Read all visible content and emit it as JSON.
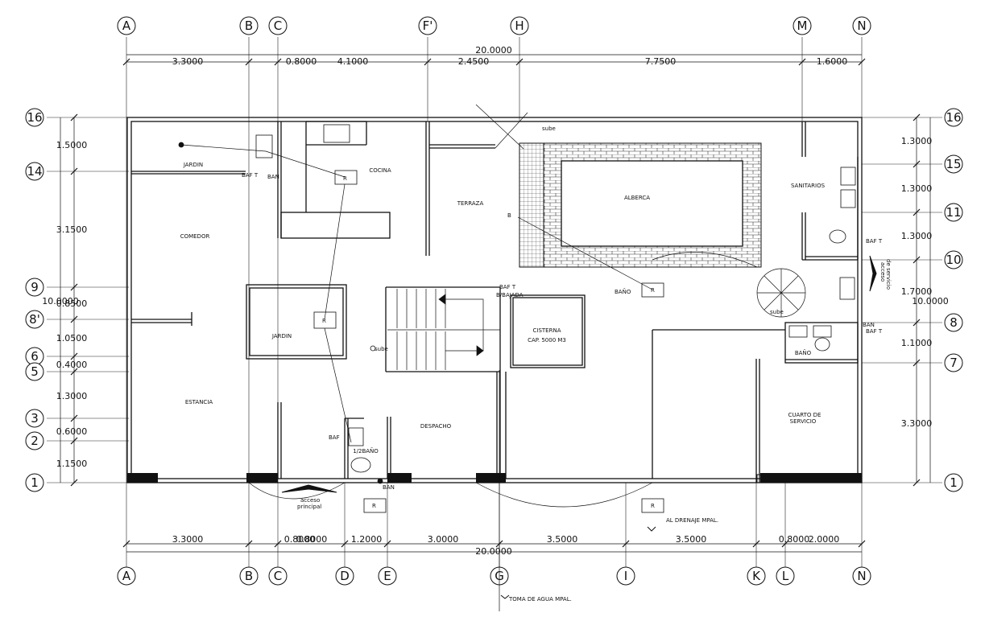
{
  "grid_top": [
    "A",
    "B",
    "C",
    "F'",
    "H",
    "M",
    "N"
  ],
  "grid_bottom": [
    "A",
    "B",
    "C",
    "D",
    "E",
    "G",
    "I",
    "K",
    "L",
    "N"
  ],
  "grid_left": [
    "16",
    "14",
    "9",
    "8'",
    "6",
    "5",
    "3",
    "2",
    "1"
  ],
  "grid_right": [
    "16",
    "15",
    "11",
    "10",
    "8",
    "7",
    "1"
  ],
  "dims_top_total": "20.0000",
  "dims_top": [
    "3.3000",
    "0.8000",
    "4.1000",
    "2.4500",
    "7.7500",
    "1.6000"
  ],
  "dims_bottom_total": "20.0000",
  "dims_bottom": [
    "3.3000",
    "0.8000",
    "0.8000",
    "1.2000",
    "3.0000",
    "3.5000",
    "3.5000",
    "0.8000",
    "2.0000"
  ],
  "dims_left_total": "10.0000",
  "dims_left": [
    "1.5000",
    "3.1500",
    "0.8500",
    "1.0500",
    "0.4000",
    "1.3000",
    "0.6000",
    "1.1500"
  ],
  "dims_right_total": "10.0000",
  "dims_right": [
    "1.3000",
    "1.3000",
    "1.3000",
    "1.7000",
    "1.1000",
    "3.3000"
  ],
  "rooms": {
    "jardin_top": "JARDIN",
    "cocina": "COCINA",
    "terraza": "TERRAZA",
    "alberca": "ALBERCA",
    "sanitarios": "SANITARIOS",
    "comedor": "COMEDOR",
    "jardin_center": "JARDIN",
    "cisterna": "CISTERNA",
    "cisterna_cap": "CAP. 5000 M3",
    "bano": "BAÑO",
    "cuarto_servicio_1": "CUARTO DE",
    "cuarto_servicio_2": "SERVICIO",
    "estancia": "ESTANCIA",
    "despacho": "DESPACHO",
    "medio_bano": "1/2BAÑO"
  },
  "tags": {
    "baf_t": "BAF T",
    "ban": "BAN",
    "baf": "BAF",
    "bano_short": "BAÑO",
    "bajada": "B/BAJADA",
    "sube": "sube",
    "registro": "R",
    "bomba": "B",
    "drenaje": "AL DRENAJE MPAL.",
    "toma": "TOMA DE AGUA MPAL.",
    "acceso_1": "acceso",
    "acceso_2": "principal",
    "acceso_servicio_1": "acceso",
    "acceso_servicio_2": "de servicio"
  },
  "colors": {
    "line": "#111111",
    "background": "#ffffff",
    "hatch": "#333333"
  }
}
